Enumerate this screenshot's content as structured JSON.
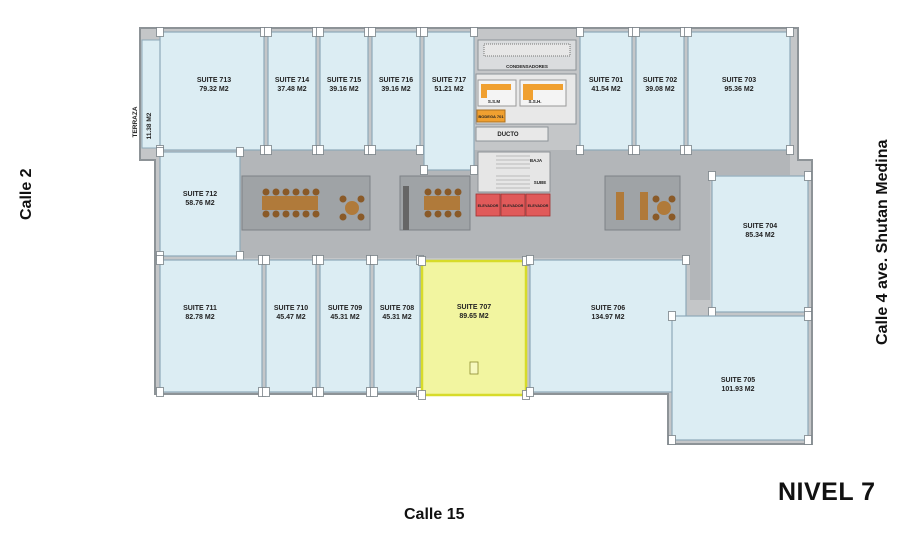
{
  "level_title": "NIVEL 7",
  "streets": {
    "left": "Calle 2",
    "bottom": "Calle 15",
    "right": "Calle 4  ave. Shutan Medina"
  },
  "colors": {
    "suite_fill": "#dcedf3",
    "suite_border": "#8ea9b8",
    "corridor": "#b9bcbf",
    "highlight": "#f2f5a0",
    "highlight_border": "#d7db2a",
    "elevator": "#e05a5a",
    "furniture": "#b07a3a",
    "bathroom": "#f0a030"
  },
  "suites": [
    {
      "id": "713",
      "name": "SUITE 713",
      "area": "79.32 M2"
    },
    {
      "id": "714",
      "name": "SUITE 714",
      "area": "37.48 M2"
    },
    {
      "id": "715",
      "name": "SUITE 715",
      "area": "39.16 M2"
    },
    {
      "id": "716",
      "name": "SUITE 716",
      "area": "39.16 M2"
    },
    {
      "id": "717",
      "name": "SUITE 717",
      "area": "51.21 M2"
    },
    {
      "id": "701",
      "name": "SUITE 701",
      "area": "41.54 M2"
    },
    {
      "id": "702",
      "name": "SUITE 702",
      "area": "39.08 M2"
    },
    {
      "id": "703",
      "name": "SUITE 703",
      "area": "95.36 M2"
    },
    {
      "id": "712",
      "name": "SUITE 712",
      "area": "58.76 M2"
    },
    {
      "id": "704",
      "name": "SUITE 704",
      "area": "85.34 M2"
    },
    {
      "id": "711",
      "name": "SUITE 711",
      "area": "82.78 M2"
    },
    {
      "id": "710",
      "name": "SUITE 710",
      "area": "45.47 M2"
    },
    {
      "id": "709",
      "name": "SUITE 709",
      "area": "45.31 M2"
    },
    {
      "id": "708",
      "name": "SUITE 708",
      "area": "45.31 M2"
    },
    {
      "id": "707",
      "name": "SUITE 707",
      "area": "89.65 M2",
      "highlighted": true
    },
    {
      "id": "706",
      "name": "SUITE 706",
      "area": "134.97 M2"
    },
    {
      "id": "705",
      "name": "SUITE 705",
      "area": "101.93 M2"
    }
  ],
  "terrace": {
    "name": "TERRAZA",
    "area": "11.38 M2"
  },
  "services": {
    "condensers": "CONDENSADORES",
    "ssm": "S.S.M",
    "ssh": "S.S.H.",
    "storage": "BODEGA 701",
    "duct": "DUCTO",
    "stairs_down": "BAJA",
    "stairs_up": "SUBE",
    "elevators": [
      "ELEVADOR",
      "ELEVADOR",
      "ELEVADOR"
    ]
  }
}
